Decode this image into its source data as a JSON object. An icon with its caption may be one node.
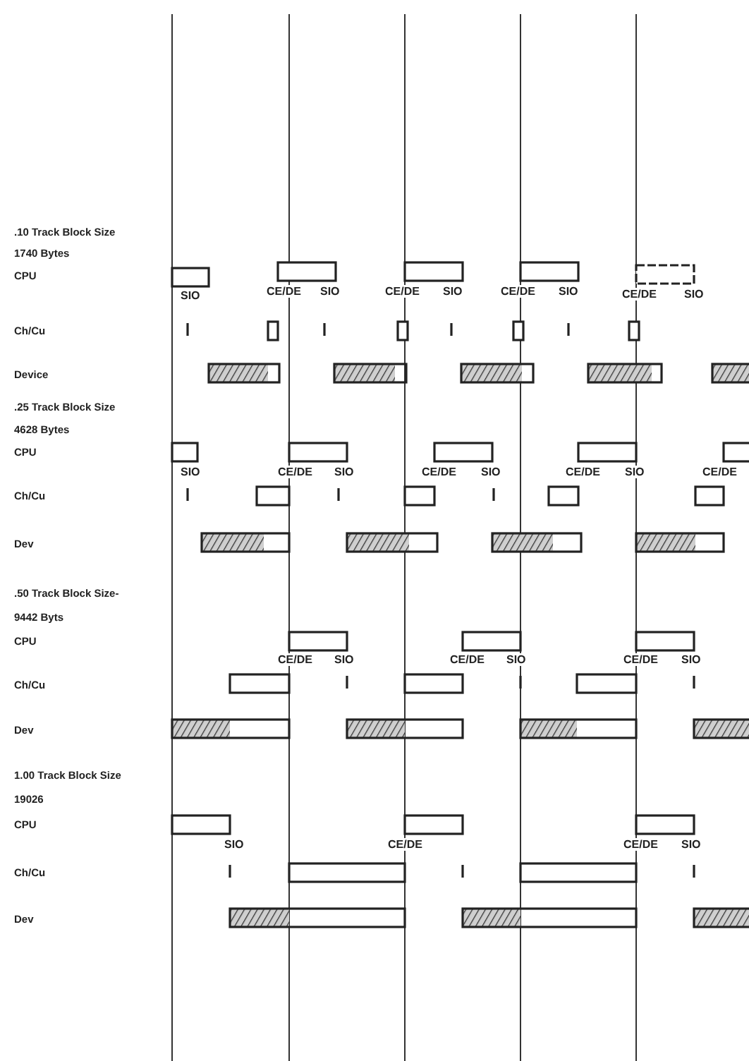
{
  "diagram": {
    "labels": [
      ".10 Track Block Size",
      "1740 Bytes",
      "CPU",
      "SIO",
      "CE/DE",
      "SIO",
      "CE/DE",
      "SIO",
      "CE/DE",
      "SIO",
      "CE/DE",
      "SIO",
      "Ch/Cu",
      "Device",
      ".25 Track Block Size",
      "4628 Bytes",
      "CPU",
      "SIO",
      "CE/DE",
      "SIO",
      "CE/DE",
      "SIO",
      "CE/DE",
      "SIO",
      "CE/DE",
      "Ch/Cu",
      "Dev",
      ".50 Track Block Size-",
      "9442 Byts",
      "CPU",
      "CE/DE",
      "SIO",
      "CE/DE",
      "SIO",
      "CE/DE",
      "SIO",
      "Ch/Cu",
      "Dev",
      "1.00 Track Block Size",
      "19026",
      "CPU",
      "SIO",
      "CE/DE",
      "CE/DE",
      "SIO",
      "Ch/Cu",
      "Dev"
    ]
  }
}
